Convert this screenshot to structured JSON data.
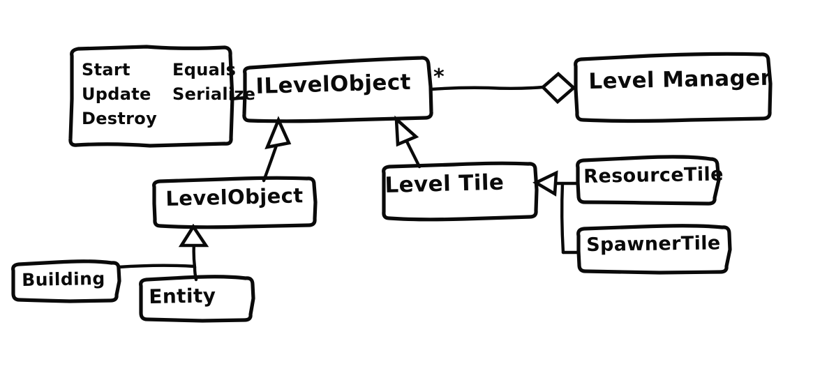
{
  "diagram": {
    "title": "Level object class hierarchy",
    "style": "hand-drawn UML class diagram",
    "stroke_color": "#0a0a0a",
    "background_color": "#ffffff"
  },
  "nodes": {
    "methods_box": {
      "name": "interface-methods",
      "methods_col1": [
        "Start",
        "Update",
        "Destroy"
      ],
      "methods_col2": [
        "Equals",
        "Serialize"
      ]
    },
    "ilevelobject": {
      "label": "ILevelObject"
    },
    "levelmanager": {
      "label": "Level Manager"
    },
    "levelobject": {
      "label": "LevelObject"
    },
    "leveltile": {
      "label": "Level Tile"
    },
    "resourcetile": {
      "label": "ResourceTile"
    },
    "spawnertile": {
      "label": "SpawnerTile"
    },
    "building": {
      "label": "Building"
    },
    "entity": {
      "label": "Entity"
    }
  },
  "edges": {
    "aggregation_multiplicity": "*",
    "list": [
      {
        "from": "ILevelObject",
        "to": "Level Manager",
        "type": "aggregation",
        "multiplicity": "*"
      },
      {
        "from": "LevelObject",
        "to": "ILevelObject",
        "type": "generalization"
      },
      {
        "from": "Level Tile",
        "to": "ILevelObject",
        "type": "generalization"
      },
      {
        "from": "ResourceTile",
        "to": "Level Tile",
        "type": "generalization"
      },
      {
        "from": "SpawnerTile",
        "to": "Level Tile",
        "type": "generalization"
      },
      {
        "from": "Building",
        "to": "LevelObject",
        "type": "generalization"
      },
      {
        "from": "Entity",
        "to": "LevelObject",
        "type": "generalization"
      }
    ]
  }
}
